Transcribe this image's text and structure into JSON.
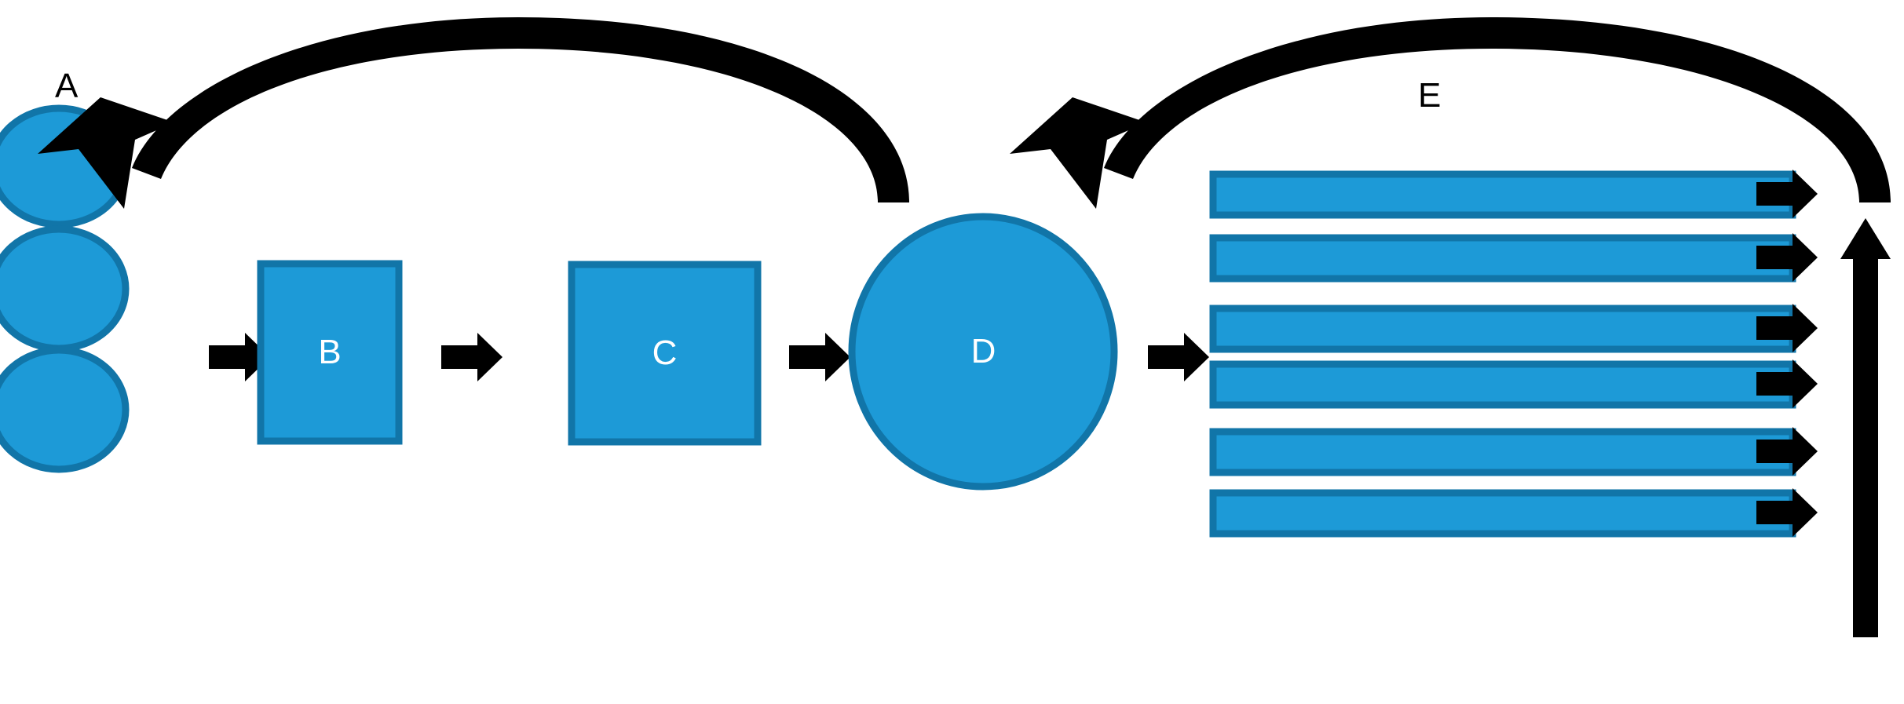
{
  "diagram": {
    "title": "Process flow diagram",
    "background_color": "#ffffff",
    "shape_fill": "#1d9ad7",
    "shape_stroke": "#1175a8",
    "arrow_color": "#000000",
    "label_color_outside": "#000000",
    "label_color_inside": "#ffffff"
  },
  "labels": {
    "a": "A",
    "b": "B",
    "c": "C",
    "d": "D",
    "e": "E"
  },
  "nodes": [
    {
      "id": "A",
      "label": "A",
      "shape": "circle-stack",
      "count": 3,
      "label_position": "above",
      "label_color": "#000000"
    },
    {
      "id": "B",
      "label": "B",
      "shape": "rectangle",
      "label_position": "inside",
      "label_color": "#ffffff"
    },
    {
      "id": "C",
      "label": "C",
      "shape": "rectangle",
      "label_position": "inside",
      "label_color": "#ffffff"
    },
    {
      "id": "D",
      "label": "D",
      "shape": "ellipse",
      "label_position": "inside",
      "label_color": "#ffffff"
    },
    {
      "id": "E",
      "label": "E",
      "shape": "bar-stack",
      "count": 6,
      "label_position": "above",
      "label_color": "#000000"
    }
  ],
  "edges": [
    {
      "from": "A",
      "to": "B",
      "style": "straight-arrow",
      "direction": "right"
    },
    {
      "from": "B",
      "to": "C",
      "style": "straight-arrow",
      "direction": "right"
    },
    {
      "from": "C",
      "to": "D",
      "style": "straight-arrow",
      "direction": "right"
    },
    {
      "from": "D",
      "to": "E",
      "style": "straight-arrow",
      "direction": "right"
    },
    {
      "from": "D",
      "to": "A",
      "style": "curved-arrow",
      "direction": "left",
      "label": ""
    },
    {
      "from": "E",
      "to": "D",
      "style": "curved-arrow",
      "direction": "left",
      "label": ""
    },
    {
      "from": "E",
      "to": "E-return",
      "style": "vertical-arrow",
      "direction": "up",
      "label": ""
    }
  ],
  "bars": [
    {
      "index": 1,
      "has_arrow": true
    },
    {
      "index": 2,
      "has_arrow": true
    },
    {
      "index": 3,
      "has_arrow": true
    },
    {
      "index": 4,
      "has_arrow": true
    },
    {
      "index": 5,
      "has_arrow": true
    },
    {
      "index": 6,
      "has_arrow": true
    }
  ],
  "circles": [
    {
      "index": 1
    },
    {
      "index": 2
    },
    {
      "index": 3
    }
  ]
}
